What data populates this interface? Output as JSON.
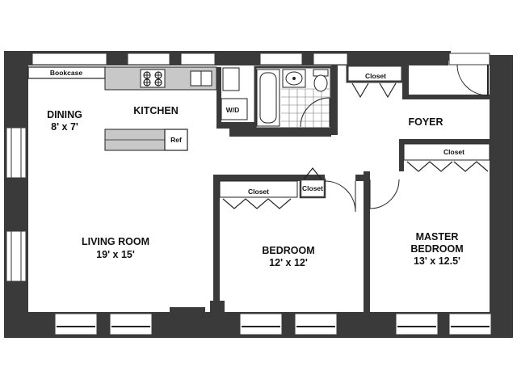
{
  "plan": {
    "rooms": {
      "dining": {
        "name": "DINING",
        "size": "8' x 7'"
      },
      "kitchen": {
        "name": "KITCHEN"
      },
      "foyer": {
        "name": "FOYER"
      },
      "living_room": {
        "name": "LIVING ROOM",
        "size": "19' x 15'"
      },
      "bedroom": {
        "name": "BEDROOM",
        "size": "12' x 12'"
      },
      "master_bedroom": {
        "name_line1": "MASTER",
        "name_line2": "BEDROOM",
        "size": "13' x 12.5'"
      }
    },
    "fixtures": {
      "bookcase": "Bookcase",
      "washer_dryer": "W/D",
      "refrigerator": "Ref",
      "closet_foyer": "Closet",
      "closet_master": "Closet",
      "closet_bedroom": "Closet",
      "closet_small": "Closet"
    },
    "colors": {
      "wall": "#3a3a3a",
      "counter": "#c8c8c8",
      "fixture_line": "#222222",
      "background": "#ffffff"
    }
  }
}
